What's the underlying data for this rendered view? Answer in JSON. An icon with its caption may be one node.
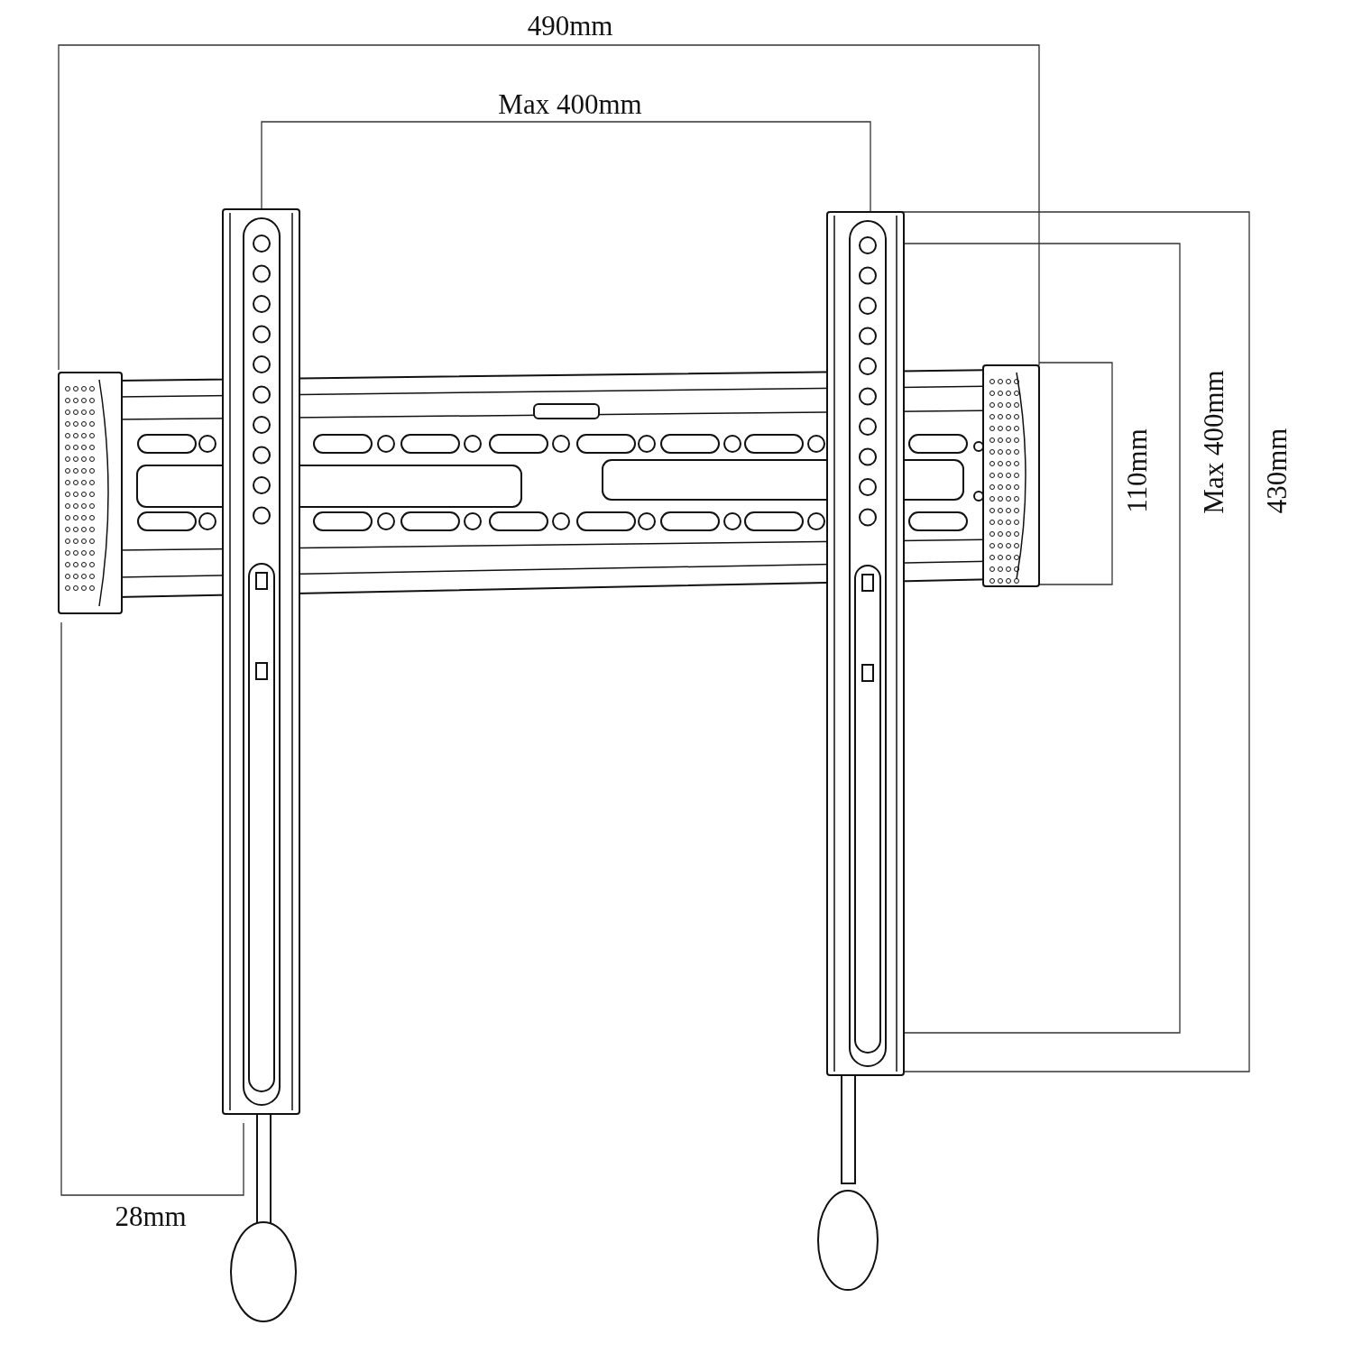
{
  "diagram": {
    "labels": [
      "490mm",
      "Max 400mm",
      "110mm",
      "Max 400mm",
      "430mm",
      "28mm"
    ]
  }
}
